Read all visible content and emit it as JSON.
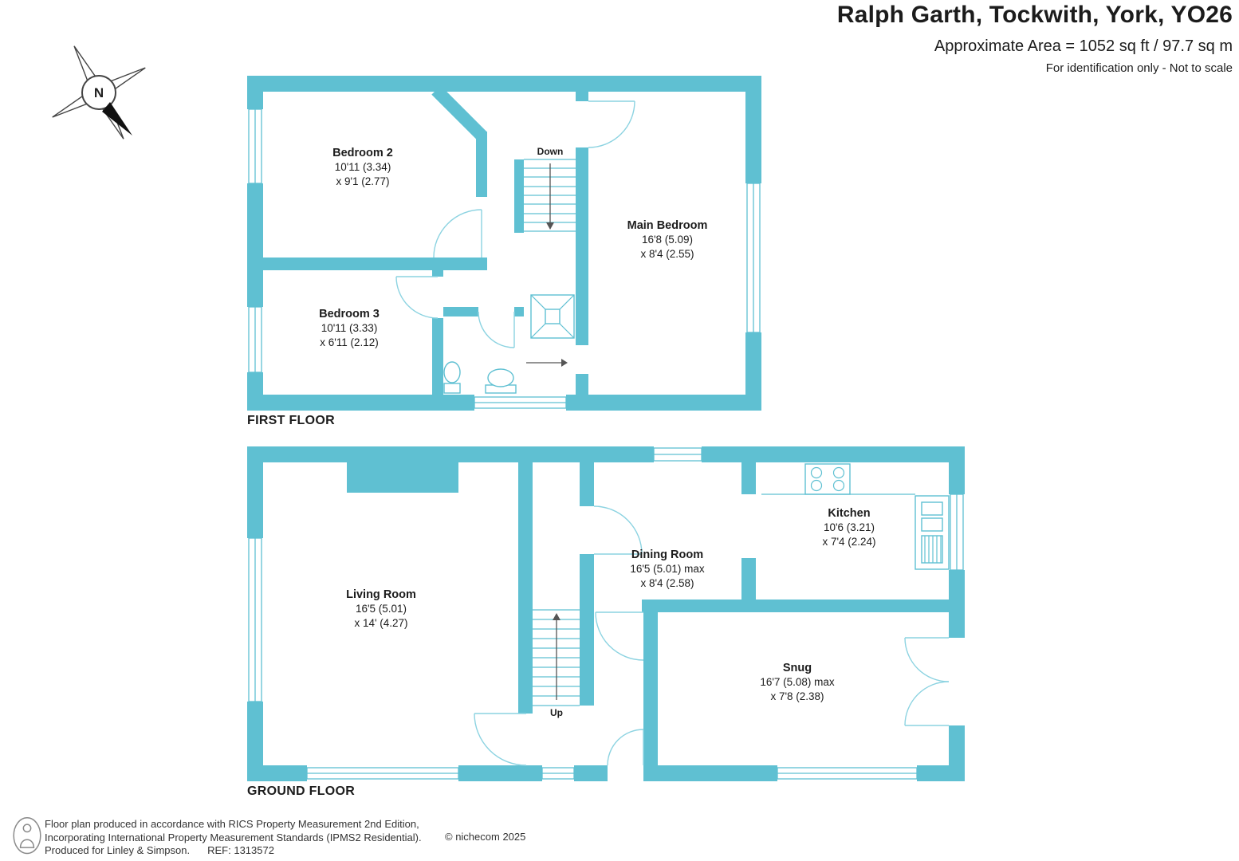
{
  "colors": {
    "wall": "#5fc0d2",
    "arc": "#8cd3e1",
    "text": "#1c1c1c"
  },
  "header": {
    "title": "Ralph Garth, Tockwith, York, YO26",
    "area": "Approximate Area = 1052 sq ft / 97.7 sq m",
    "disclaimer": "For identification only - Not to scale"
  },
  "compass": {
    "north_label": "N"
  },
  "first_floor": {
    "caption": "FIRST FLOOR",
    "stairs_label": "Down",
    "rooms": {
      "bedroom2": {
        "name": "Bedroom 2",
        "d1": "10'11 (3.34)",
        "d2": "x 9'1 (2.77)"
      },
      "bedroom3": {
        "name": "Bedroom 3",
        "d1": "10'11 (3.33)",
        "d2": "x 6'11 (2.12)"
      },
      "main_bedroom": {
        "name": "Main Bedroom",
        "d1": "16'8 (5.09)",
        "d2": "x 8'4 (2.55)"
      }
    }
  },
  "ground_floor": {
    "caption": "GROUND FLOOR",
    "stairs_label": "Up",
    "rooms": {
      "living": {
        "name": "Living Room",
        "d1": "16'5 (5.01)",
        "d2": "x 14' (4.27)"
      },
      "dining": {
        "name": "Dining Room",
        "d1": "16'5 (5.01) max",
        "d2": "x 8'4 (2.58)"
      },
      "kitchen": {
        "name": "Kitchen",
        "d1": "10'6 (3.21)",
        "d2": "x 7'4 (2.24)"
      },
      "snug": {
        "name": "Snug",
        "d1": "16'7 (5.08) max",
        "d2": "x 7'8 (2.38)"
      }
    }
  },
  "footer": {
    "line1": "Floor plan produced in accordance with RICS Property Measurement 2nd Edition,",
    "line2": "Incorporating International Property Measurement Standards (IPMS2 Residential).",
    "line3": "Produced for Linley & Simpson.",
    "ref": "REF: 1313572",
    "copyright": "© nichecom 2025"
  }
}
